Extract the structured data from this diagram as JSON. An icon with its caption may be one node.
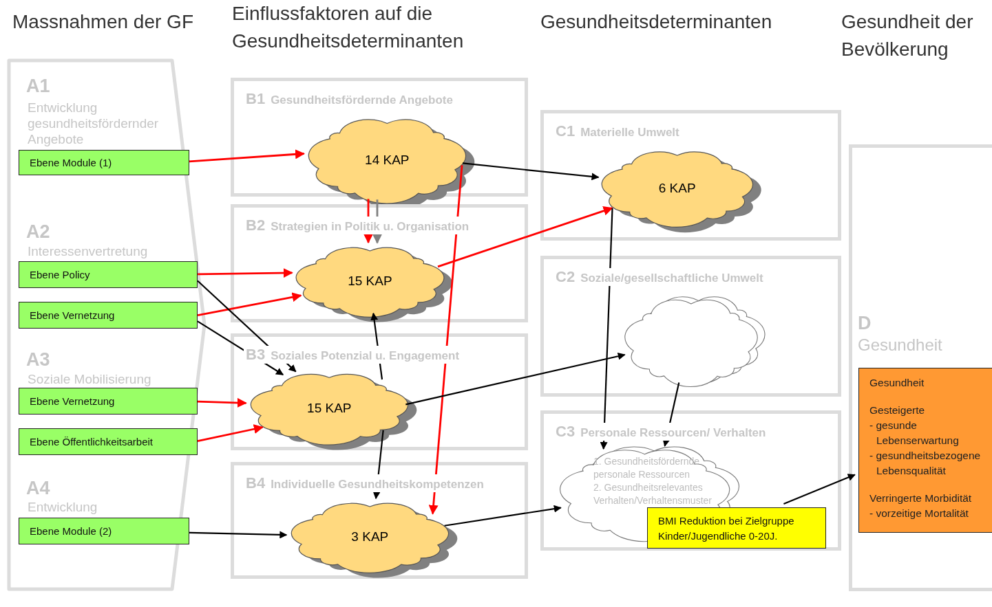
{
  "diagram": {
    "nodes": [
      {
        "text": [
          "A1",
          "Entwicklung gesundheitsfördernder Angebote",
          "A2",
          "Interessenvertretung",
          "A3",
          "Soziale Mobilisierung",
          "A4",
          "Entwicklung"
        ]
      },
      {
        "text": [
          "Ebene Module (1)"
        ],
        "in": 0
      },
      {
        "text": [
          "Ebene Policy"
        ],
        "in": 0
      },
      {
        "text": [
          "Ebene Vernetzung"
        ],
        "in": 0
      },
      {
        "text": [
          "Ebene Vernetzung"
        ],
        "in": 0
      },
      {
        "text": [
          "Ebene Öffentlichkeitsarbeit"
        ],
        "in": 0
      },
      {
        "text": [
          "Ebene Module (2)"
        ],
        "in": 0
      },
      {
        "text": [
          "B1",
          "Gesundheitsfördernde Angebote"
        ]
      },
      {
        "text": [
          "14 KAP"
        ],
        "in": 7
      },
      {
        "text": [
          "B2",
          "Strategien in Politik u. Organisation"
        ]
      },
      {
        "text": [
          "15 KAP"
        ],
        "in": 9
      },
      {
        "text": [
          "B3",
          "Soziales Potenzial u. Engagement"
        ]
      },
      {
        "text": [
          "15 KAP"
        ],
        "in": 11
      },
      {
        "text": [
          "B4",
          "Individuelle Gesundheitskompetenzen"
        ]
      },
      {
        "text": [
          "3 KAP"
        ],
        "in": 13
      },
      {
        "text": [
          "C1",
          "Materielle Umwelt"
        ]
      },
      {
        "text": [
          "6 KAP"
        ],
        "in": 15
      },
      {
        "text": [
          "C2",
          "Soziale/gesellschaftliche Umwelt"
        ]
      },
      {
        "text": [],
        "shape": "cloud",
        "in": 17
      },
      {
        "text": [
          "C3",
          "Personale Ressourcen/ Verhalten"
        ]
      },
      {
        "text": [
          "1. Gesundheitsfördernde personale Ressourcen",
          "2. Gesundheitsrelevantes Verhalten/Verhaltensmuster"
        ],
        "in": 19
      },
      {
        "text": [
          "BMI Reduktion bei Zielgruppe Kinder/Jugendliche 0-20J."
        ],
        "in": 19
      },
      {
        "text": [
          "D",
          "Gesundheit"
        ]
      },
      {
        "text": [
          "Gesundheit",
          "Gesteigerte",
          "- gesunde Lebenserwartung",
          "- gesundheitsbezogene Lebensqualität",
          "Verringerte Morbidität",
          "- vorzeitige Mortalität"
        ],
        "in": 22
      }
    ],
    "edges": [
      {
        "from": 1,
        "to": 8,
        "arrow": "to",
        "color": "#ff0000"
      },
      {
        "from": 2,
        "to": 10,
        "arrow": "to",
        "color": "#ff0000"
      },
      {
        "from": 3,
        "to": 10,
        "arrow": "to",
        "color": "#ff0000"
      },
      {
        "from": 4,
        "to": 12,
        "arrow": "to",
        "color": "#ff0000"
      },
      {
        "from": 5,
        "to": 12,
        "arrow": "to",
        "color": "#ff0000"
      },
      {
        "from": 8,
        "to": 10,
        "arrow": "to",
        "color": "#ff0000"
      },
      {
        "from": 8,
        "to": 10,
        "arrow": "to",
        "color": "#808080"
      },
      {
        "from": 8,
        "to": 14,
        "arrow": "to",
        "color": "#ff0000"
      },
      {
        "from": 10,
        "to": 16,
        "arrow": "to",
        "color": "#ff0000"
      },
      {
        "from": 8,
        "to": 16,
        "arrow": "to"
      },
      {
        "from": 2,
        "to": 12,
        "arrow": "to"
      },
      {
        "from": 3,
        "to": 12,
        "arrow": "to"
      },
      {
        "from": 6,
        "to": 14,
        "arrow": "to"
      },
      {
        "from": 12,
        "to": 10,
        "arrow": "to"
      },
      {
        "from": 12,
        "to": 18,
        "arrow": "to"
      },
      {
        "from": 12,
        "to": 14,
        "arrow": "to"
      },
      {
        "from": 14,
        "to": 20,
        "arrow": "to"
      },
      {
        "from": 16,
        "to": 20,
        "arrow": "to"
      },
      {
        "from": 18,
        "to": 20,
        "arrow": "to"
      },
      {
        "from": 21,
        "to": 23,
        "arrow": "to"
      }
    ],
    "labels": [
      "Massnahmen der GF",
      "Einflussfaktoren auf die Gesundheitsdeterminanten",
      "Gesundheitsdeterminanten",
      "Gesundheit der Bevölkerung"
    ]
  }
}
